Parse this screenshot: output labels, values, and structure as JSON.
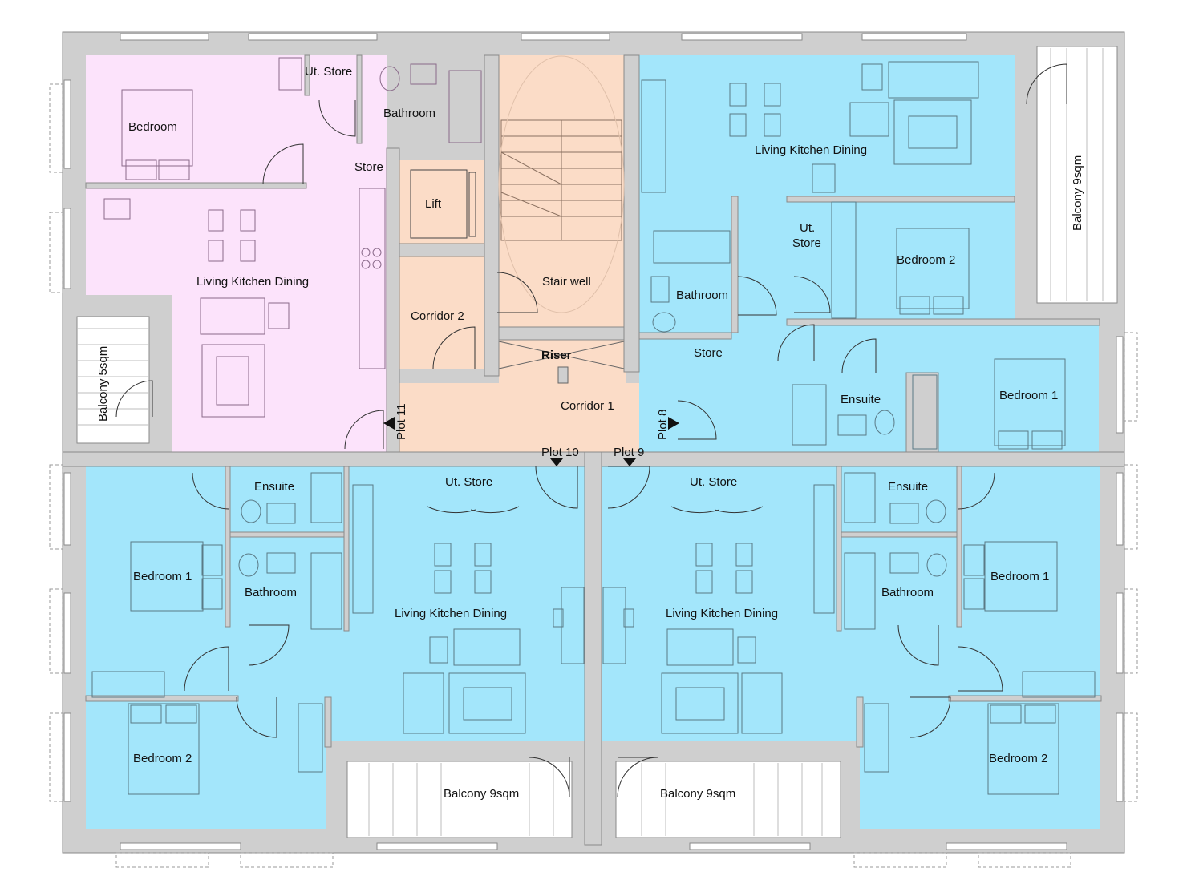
{
  "colors": {
    "plot_blue": "#a3e6fb",
    "plot_pink": "#fce3fb",
    "common_peach": "#fbdcc7",
    "wall": "#cfcfcf"
  },
  "plot_11": {
    "ut_store": "Ut. Store",
    "bathroom": "Bathroom",
    "bedroom": "Bedroom",
    "store": "Store",
    "living": "Living Kitchen Dining",
    "balcony": "Balcony 5sqm",
    "entry": "Plot 11"
  },
  "core": {
    "lift": "Lift",
    "stair": "Stair well",
    "corridor2": "Corridor 2",
    "riser": "Riser",
    "corridor1": "Corridor 1"
  },
  "plot_8": {
    "living": "Living Kitchen Dining",
    "balcony": "Balcony 9sqm",
    "ut_store": "Ut.\nStore",
    "ut_store_line1": "Ut.",
    "ut_store_line2": "Store",
    "bedroom2": "Bedroom 2",
    "bathroom": "Bathroom",
    "store": "Store",
    "ensuite": "Ensuite",
    "bedroom1": "Bedroom 1",
    "entry": "Plot 8"
  },
  "plot_10": {
    "entry": "Plot 10",
    "ensuite": "Ensuite",
    "ut_store": "Ut. Store",
    "bedroom1": "Bedroom 1",
    "bathroom": "Bathroom",
    "living": "Living Kitchen Dining",
    "bedroom2": "Bedroom 2",
    "balcony": "Balcony 9sqm"
  },
  "plot_9": {
    "entry": "Plot 9",
    "ut_store": "Ut. Store",
    "ensuite": "Ensuite",
    "living": "Living Kitchen Dining",
    "bathroom": "Bathroom",
    "bedroom1": "Bedroom 1",
    "bedroom2": "Bedroom 2",
    "balcony": "Balcony 9sqm"
  }
}
